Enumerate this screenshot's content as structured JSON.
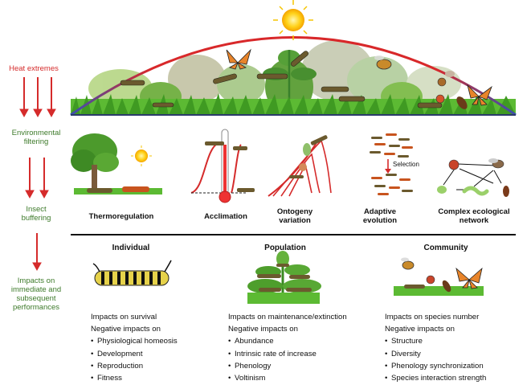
{
  "side_labels": {
    "heat_extremes": "Heat extremes",
    "environmental_filtering": "Environmental filtering",
    "insect_buffering": "Insect buffering",
    "impacts": "Impacts on immediate and subsequent performances"
  },
  "mechanisms": {
    "thermoregulation": "Thermoregulation",
    "acclimation": "Acclimation",
    "ontogeny": "Ontogeny variation",
    "adaptive": "Adaptive evolution",
    "complex": "Complex ecological network",
    "selection": "Selection"
  },
  "levels": {
    "individual": {
      "title": "Individual",
      "line1": "Impacts on survival",
      "line2": "Negative impacts on",
      "items": [
        "Physiological homeosis",
        "Development",
        "Reproduction",
        "Fitness"
      ]
    },
    "population": {
      "title": "Population",
      "line1": "Impacts on maintenance/extinction",
      "line2": "Negative impacts on",
      "items": [
        "Abundance",
        "Intrinsic rate of increase",
        "Phenology",
        "Voltinism"
      ]
    },
    "community": {
      "title": "Community",
      "line1": "Impacts on species number",
      "line2": "Negative impacts on",
      "items": [
        "Structure",
        "Diversity",
        "Phenology synchronization",
        "Species interaction strength"
      ]
    }
  },
  "colors": {
    "red": "#d52b2b",
    "green": "#3d7a2a",
    "grass": "#4caf2a",
    "sun": "#ffd21a"
  }
}
